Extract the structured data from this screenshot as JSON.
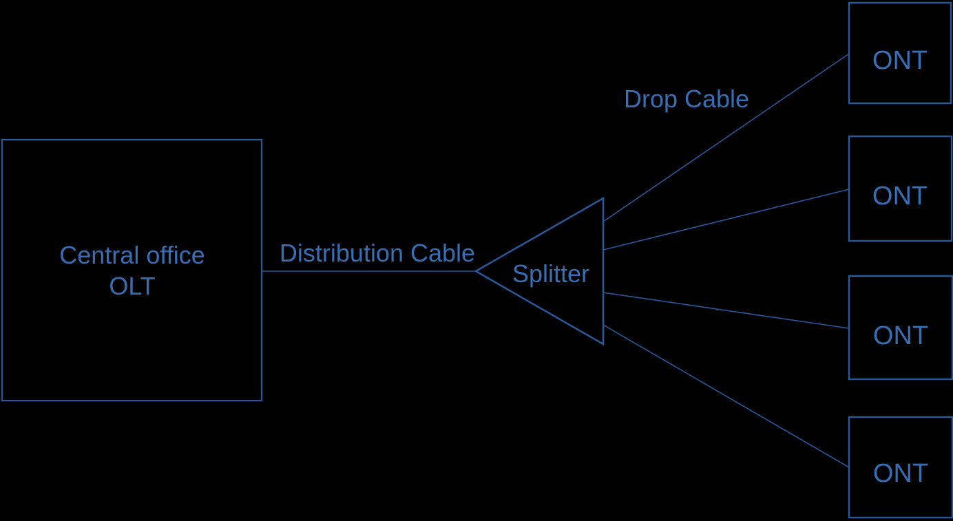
{
  "colors": {
    "background": "#000000",
    "stroke": "#27599f",
    "text": "#366fb5"
  },
  "nodes": {
    "central_office": {
      "line1": "Central office",
      "line2": "OLT"
    },
    "splitter": {
      "label": "Splitter"
    },
    "onts": [
      {
        "label": "ONT"
      },
      {
        "label": "ONT"
      },
      {
        "label": "ONT"
      },
      {
        "label": "ONT"
      }
    ]
  },
  "edges": {
    "distribution_cable": {
      "label": "Distribution Cable"
    },
    "drop_cable": {
      "label": "Drop Cable"
    }
  }
}
